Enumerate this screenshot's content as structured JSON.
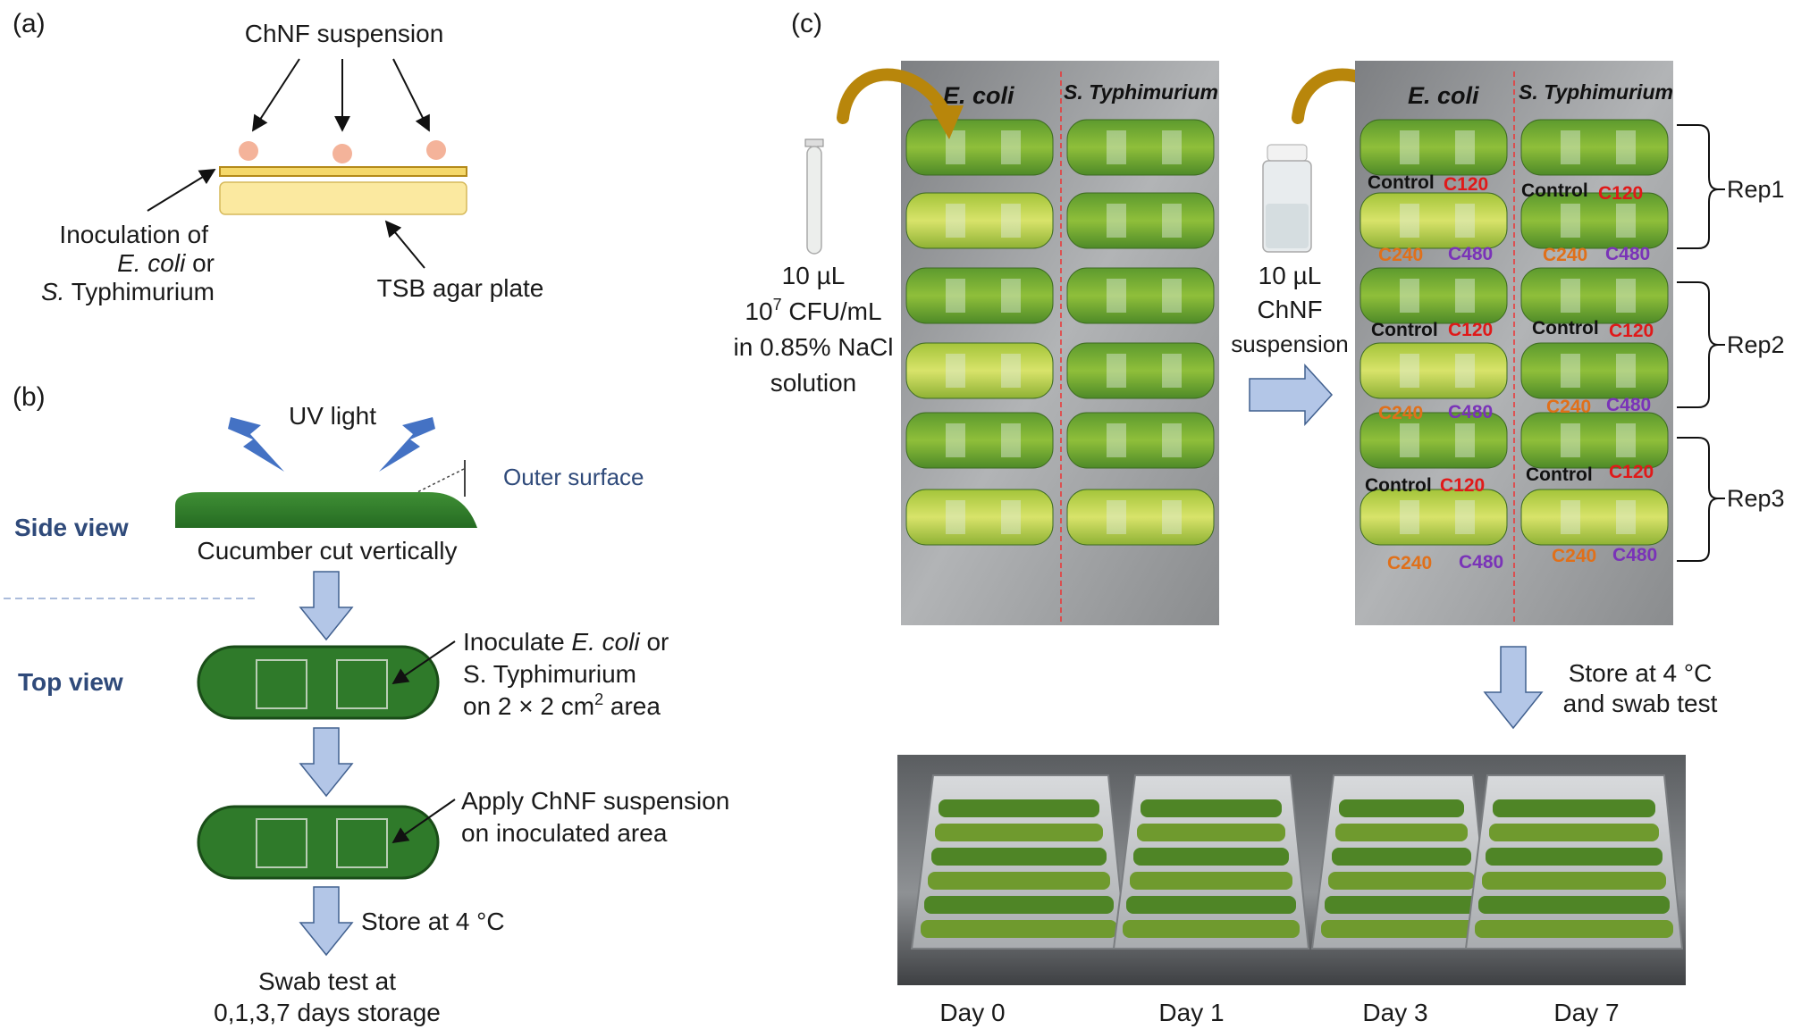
{
  "panel_a": {
    "label": "(a)",
    "suspension": "ChNF suspension",
    "inoculation": [
      "Inoculation of",
      "E. coli",
      " or",
      "S.",
      " Typhimurium"
    ],
    "plate": "TSB agar plate"
  },
  "panel_b": {
    "label": "(b)",
    "uv": "UV light",
    "outer_surface": "Outer surface",
    "side_view": "Side view",
    "cucumber_cut": "Cucumber cut vertically",
    "top_view": "Top view",
    "inoculate_1": "Inoculate ",
    "inoculate_ecoli": "E. coli",
    "inoculate_or": " or",
    "inoculate_2": "S. Typhimurium",
    "inoculate_3a": "on 2 × 2 cm",
    "inoculate_3sup": "2",
    "inoculate_3b": " area",
    "apply_1": "Apply ChNF suspension",
    "apply_2": "on inoculated area",
    "store": "Store at 4 °C",
    "swab_1": "Swab test at",
    "swab_2": "0,1,3,7 days storage"
  },
  "panel_c": {
    "label": "(c)",
    "col_ecoli": "E. coli",
    "col_salmonella": "S. Typhimurium",
    "inoc_1": "10 µL",
    "inoc_2a": "10",
    "inoc_2sup": "7",
    "inoc_2b": " CFU/mL",
    "inoc_3": "in 0.85% NaCl",
    "inoc_4": "solution",
    "chnf_1": "10 µL",
    "chnf_2": "ChNF",
    "chnf_3": "suspension",
    "control": "Control",
    "c120": "C120",
    "c240": "C240",
    "c480": "C480",
    "rep1": "Rep1",
    "rep2": "Rep2",
    "rep3": "Rep3",
    "store_1": "Store at 4 °C",
    "store_2": "and swab test",
    "days": [
      "Day 0",
      "Day 1",
      "Day 3",
      "Day 7"
    ]
  },
  "colors": {
    "cucumber_green": "#2f7a2a",
    "arrow_blue": "#b3c6e7",
    "gold_arrow": "#b8860b",
    "lightning": "#4472c4",
    "plate_yellow": "#fbe9a0",
    "drop_pink": "#f4b39a"
  }
}
